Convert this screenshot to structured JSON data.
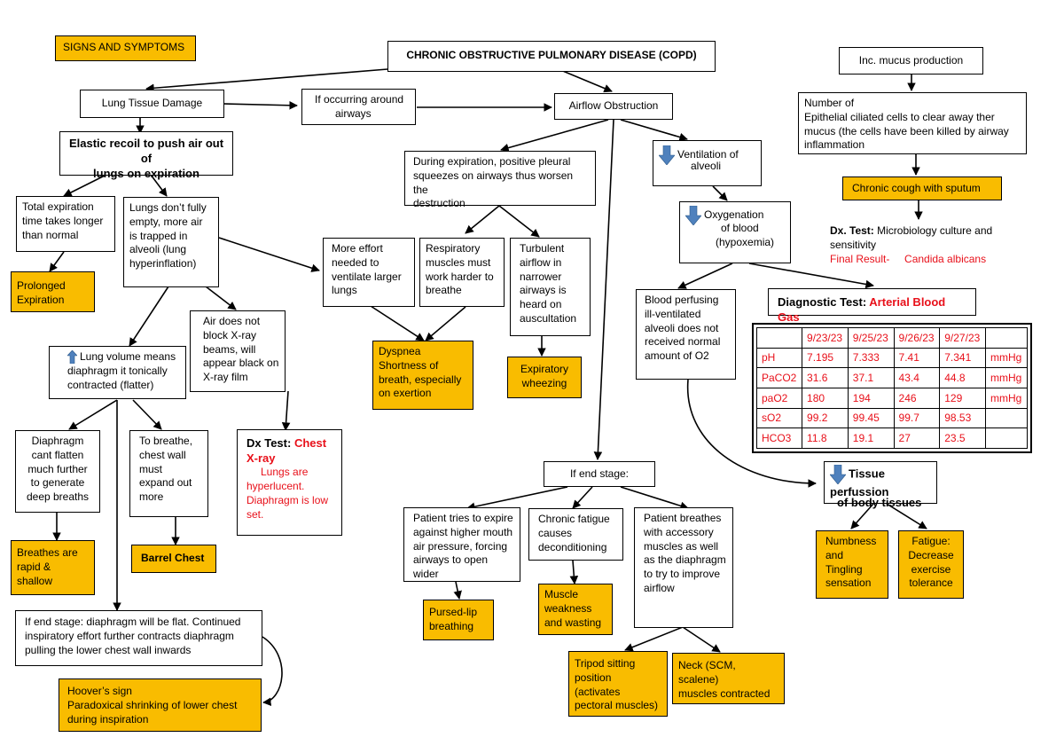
{
  "labels": {
    "signs": "SIGNS AND SYMPTOMS",
    "copd": "CHRONIC OBSTRUCTIVE PULMONARY DISEASE (COPD)",
    "ltd": "Lung Tissue Damage",
    "around": [
      "If occurring around",
      "airways"
    ],
    "airflow": "Airflow Obstruction",
    "elastic": [
      "Elastic recoil to push air out of",
      "lungs on expiration"
    ],
    "total_exp": [
      "Total expiration",
      "time takes longer",
      "than normal"
    ],
    "prolonged": [
      "Prolonged",
      "Expiration"
    ],
    "not_empty": [
      "Lungs don’t fully",
      "empty, more air",
      "is trapped in",
      "alveoli  (lung",
      "hyperinflation)"
    ],
    "during_exp": [
      "During expiration, positive pleural",
      "squeezes on airways thus worsen the",
      "destruction"
    ],
    "more_effort": [
      "More effort",
      "needed to",
      "ventilate larger",
      "lungs"
    ],
    "resp_muscles": [
      "Respiratory",
      "muscles must",
      "work harder to",
      "breathe"
    ],
    "turbulent": [
      "Turbulent",
      "airflow in",
      "narrower",
      "airways is",
      "heard on",
      "auscultation"
    ],
    "dyspnea": [
      "Dyspnea",
      "Shortness of",
      "breath, especially",
      "on exertion"
    ],
    "wheezing": [
      "Expiratory",
      "wheezing"
    ],
    "ventilation": [
      "Ventilation of",
      "alveoli"
    ],
    "oxygenation": [
      "Oxygenation",
      "of blood",
      "(hypoxemia)"
    ],
    "blood_perf": [
      "Blood perfusing",
      "ill-ventilated",
      "alveoli does not",
      "received normal",
      "amount of O2"
    ],
    "lung_volume": [
      "Lung volume means",
      "diaphragm it tonically",
      "contracted (flatter)"
    ],
    "air_xray": [
      "Air does not",
      "block X-ray",
      "beams, will",
      "appear black on",
      "X-ray film"
    ],
    "dx_xray_label": "Dx Test: ",
    "dx_xray_red": [
      "Chest",
      "X-ray"
    ],
    "dx_xray_result": [
      "Lungs are",
      "hyperlucent.",
      "Diaphragm is low",
      "set."
    ],
    "diaphragm_cant": [
      "Diaphragm",
      "cant flatten",
      "much further",
      "to generate",
      "deep breaths"
    ],
    "chest_wall": [
      "To breathe,",
      "chest wall",
      "must",
      "expand out",
      "more"
    ],
    "rapid": [
      "Breathes are",
      "rapid &",
      "shallow"
    ],
    "barrel": "Barrel Chest",
    "end_diaphragm": [
      "If end stage: diaphragm will be flat. Continued",
      "inspiratory effort further contracts diaphragm",
      "pulling the lower chest wall inwards"
    ],
    "hoover": [
      "Hoover’s sign",
      "Paradoxical shrinking of lower chest",
      "during inspiration"
    ],
    "end_stage": "If end stage:",
    "expire_against": [
      "Patient tries to expire",
      "against higher mouth",
      "air pressure, forcing",
      "airways to open",
      "wider"
    ],
    "fatigue_chronic": [
      "Chronic fatigue",
      "causes",
      "deconditioning"
    ],
    "accessory": [
      "Patient breathes",
      "with accessory",
      "muscles as well",
      "as the diaphragm",
      "to try to improve",
      "airflow"
    ],
    "pursed": [
      "Pursed-lip",
      "breathing"
    ],
    "muscle_weak": [
      "Muscle",
      "weakness",
      "and wasting"
    ],
    "tripod": [
      "Tripod sitting",
      "position",
      "(activates",
      "pectoral muscles)"
    ],
    "neck": [
      "Neck (SCM,",
      "scalene)",
      "muscles contracted"
    ],
    "mucus": "Inc. mucus production",
    "ciliated": [
      "Number of",
      "Epithelial ciliated cells to clear away ther",
      "mucus (the cells have been killed by airway",
      "inflammation"
    ],
    "cough": "Chronic cough with sputum",
    "micro_label": "Dx. Test: ",
    "micro_title": [
      "Microbiology culture and",
      "sensitivity"
    ],
    "micro_result": "Final Result-     Candida albicans",
    "abg_label": "Diagnostic Test: ",
    "abg_red": "Arterial Blood Gas",
    "tissue": [
      "Tissue perfussion",
      "of body tissues"
    ],
    "numbness": [
      "Numbness",
      "and",
      "Tingling",
      "sensation"
    ],
    "fatigue2": [
      "Fatigue:",
      "Decrease",
      "exercise",
      "tolerance"
    ]
  },
  "abg_table": {
    "header": [
      "",
      "9/23/23",
      "9/25/23",
      "9/26/23",
      "9/27/23",
      ""
    ],
    "rows": [
      [
        "pH",
        "7.195",
        "7.333",
        "7.41",
        "7.341",
        "mmHg"
      ],
      [
        "PaCO2",
        "31.6",
        "37.1",
        "43.4",
        "44.8",
        "mmHg"
      ],
      [
        "paO2",
        "180",
        "194",
        "246",
        "129",
        "mmHg"
      ],
      [
        "sO2",
        "99.2",
        "99.45",
        "99.7",
        "98.53",
        ""
      ],
      [
        "HCO3",
        "11.8",
        "19.1",
        "27",
        "23.5",
        ""
      ]
    ]
  },
  "colors": {
    "orange": "#f9bc00",
    "red": "#e8101a",
    "arrow_blue": "#4f81bd"
  },
  "icons": [
    "down-arrow-icon",
    "up-arrow-icon"
  ]
}
